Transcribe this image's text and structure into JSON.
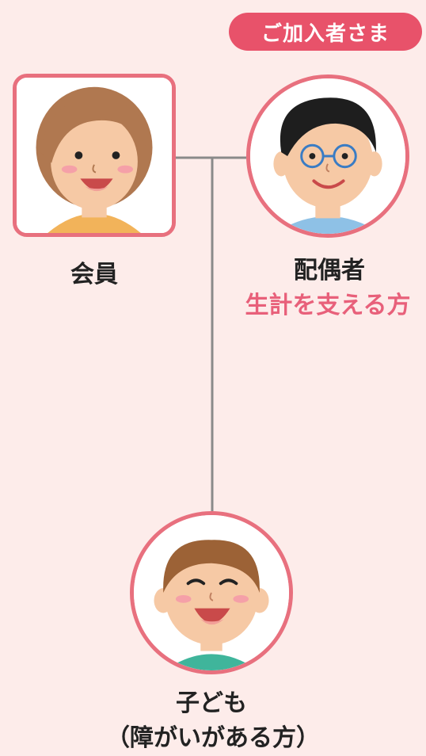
{
  "header": {
    "badge_label": "ご加入者さま"
  },
  "members": {
    "member": {
      "name": "会員",
      "icon": "woman-portrait-icon"
    },
    "spouse": {
      "name": "配偶者",
      "note": "生計を支える方",
      "icon": "man-with-glasses-portrait-icon"
    },
    "child": {
      "name": "子ども",
      "note": "（障がいがある方）",
      "icon": "boy-portrait-icon"
    }
  },
  "colors": {
    "background": "#fdecea",
    "accent": "#e8526a",
    "frame": "#e8707e",
    "connector": "#8a8a8a",
    "note_text": "#e8607a"
  }
}
